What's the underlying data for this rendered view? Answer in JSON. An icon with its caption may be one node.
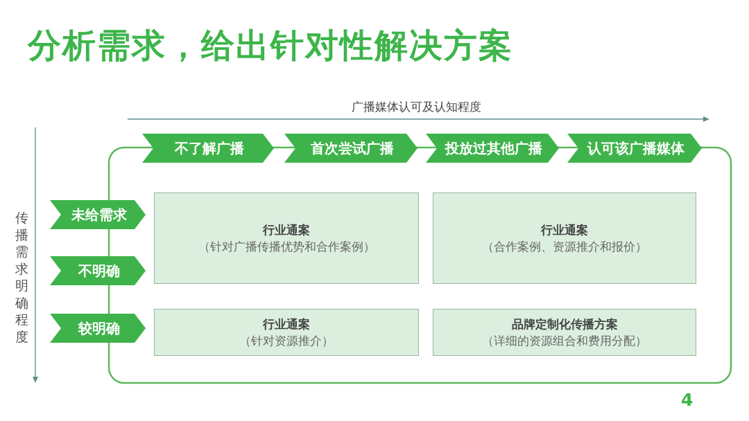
{
  "diagram": {
    "title": "分析需求，给出针对性解决方案",
    "nodes": [
      {
        "text": [
          "不了解广播"
        ]
      },
      {
        "text": [
          "首次尝试广播"
        ]
      },
      {
        "text": [
          "投放过其他广播"
        ]
      },
      {
        "text": [
          "认可该广播媒体"
        ]
      },
      {
        "text": [
          "未给需求"
        ]
      },
      {
        "text": [
          "行业通案",
          "（针对广播传播优势和合作案例）"
        ]
      },
      {
        "text": [
          "行业通案",
          "（合作案例、资源推介和报价）"
        ]
      },
      {
        "text": [
          "不明确"
        ]
      },
      {
        "text": [
          "较明确"
        ]
      },
      {
        "text": [
          "行业通案",
          "（针对资源推介）"
        ]
      },
      {
        "text": [
          "品牌定制化传播方案",
          "（详细的资源组合和费用分配）"
        ]
      }
    ],
    "labels": [
      "广播媒体认可及认知程度",
      "传播需求明确程度",
      "4"
    ]
  }
}
